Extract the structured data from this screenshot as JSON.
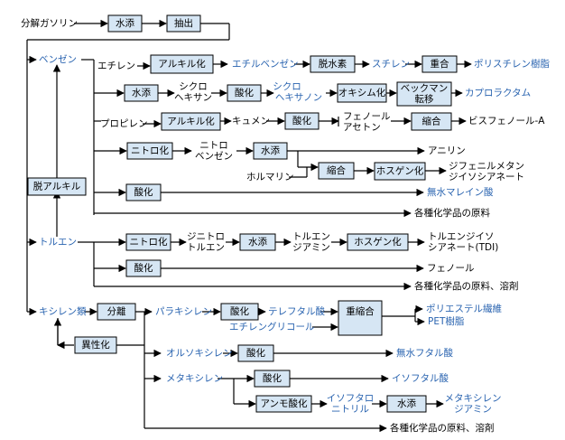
{
  "nodes": {
    "naphtha": "分解ガソリン",
    "hydro1": "水添",
    "extract": "抽出",
    "benzene": "ベンゼン",
    "ethylene": "エチレン",
    "alkylation1": "アルキル化",
    "ethylbenzene": "エチルベンゼン",
    "dehydrogenation": "脱水素",
    "styrene": "スチレン",
    "polymerization": "重合",
    "polystyrene": "ポリスチレン樹脂",
    "hydro2": "水添",
    "cyclohexane_1": "シクロ",
    "cyclohexane_2": "ヘキサン",
    "oxidation1": "酸化",
    "cyclohexanone_1": "シクロ",
    "cyclohexanone_2": "ヘキサノン",
    "oximation": "オキシム化",
    "beckmann_1": "ベックマン",
    "beckmann_2": "転移",
    "caprolactam": "カプロラクタム",
    "propylene": "プロピレン",
    "alkylation2": "アルキル化",
    "cumene": "キュメン",
    "oxidation2": "酸化",
    "phenol1": "フェノール",
    "acetone": "アセトン",
    "condensation1": "縮合",
    "bisphenol": "ビスフェノール-A",
    "nitration1": "ニトロ化",
    "nitrobenzene_1": "ニトロ",
    "nitrobenzene_2": "ベンゼン",
    "hydro3": "水添",
    "aniline": "アニリン",
    "formalin": "ホルマリン",
    "condensation2": "縮合",
    "phosgenation1": "ホスゲン化",
    "mdi_1": "ジフェニルメタン",
    "mdi_2": "ジイソシアネート",
    "dealkylation": "脱アルキル",
    "oxidation3": "酸化",
    "maleic": "無水マレイン酸",
    "chem_raw1": "各種化学品の原料",
    "toluene": "トルエン",
    "nitration2": "ニトロ化",
    "dnt_1": "ジニトロ",
    "dnt_2": "トルエン",
    "hydro4": "水添",
    "tda_1": "トルエン",
    "tda_2": "ジアミン",
    "phosgenation2": "ホスゲン化",
    "tdi_1": "トルエンジイソ",
    "tdi_2": "シアネート(TDI)",
    "oxidation4": "酸化",
    "phenol2": "フェノール",
    "chem_raw2": "各種化学品の原料、溶剤",
    "xylenes": "キシレン類",
    "separation": "分離",
    "isomerization": "異性化",
    "paraxylene": "パラキシレン",
    "oxidation5": "酸化",
    "terephthalic": "テレフタル酸",
    "ethylene_glycol": "エチレングリコール",
    "polycondensation": "重縮合",
    "polyester_1": "ポリエステル繊維",
    "polyester_2": "PET樹脂",
    "orthoxylene": "オルソキシレン",
    "oxidation6": "酸化",
    "phthalic": "無水フタル酸",
    "metaxylene": "メタキシレン",
    "oxidation7": "酸化",
    "isophthalic": "イソフタル酸",
    "ammoxidation": "アンモ酸化",
    "isophthalonitrile_1": "イソフタロ",
    "isophthalonitrile_2": "ニトリル",
    "hydro5": "水添",
    "mxda_1": "メタキシレン",
    "mxda_2": "ジアミン",
    "chem_raw3": "各種化学品の原料、溶剤"
  },
  "colors": {
    "box_fill": "#d6e6f4",
    "product_text": "#2a64b0",
    "line": "#000000"
  }
}
